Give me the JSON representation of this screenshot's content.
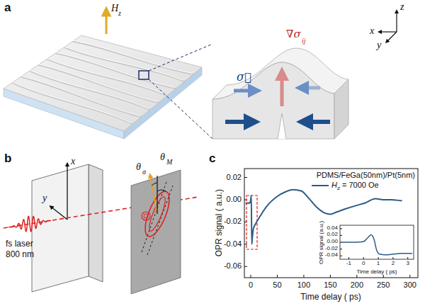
{
  "diagram": {
    "labels": [
      "a",
      "H",
      "z",
      "z",
      "x",
      "y",
      "σ⃗",
      "∇σ",
      "ij",
      "b",
      "x",
      "y",
      "θ",
      "σ",
      "θ",
      "M",
      "fs laser",
      "800 nm",
      "c",
      "PDMS/FeGa(50nm)/Pt(5nm)",
      "H",
      "z",
      "= 7000 Oe",
      "OPR signal ( a.u.)",
      "Time delay ( ps)",
      "0.02",
      "0.00",
      "-0.02",
      "-0.04",
      "-0.06",
      "0",
      "50",
      "100",
      "150",
      "200",
      "250",
      "300",
      "0.04",
      "0.02",
      "0.00",
      "-0.02",
      "-0.04",
      "-1",
      "0",
      "1",
      "2",
      "3",
      "OPR signal (a.u.)",
      "Time delay ( ps)"
    ]
  }
}
